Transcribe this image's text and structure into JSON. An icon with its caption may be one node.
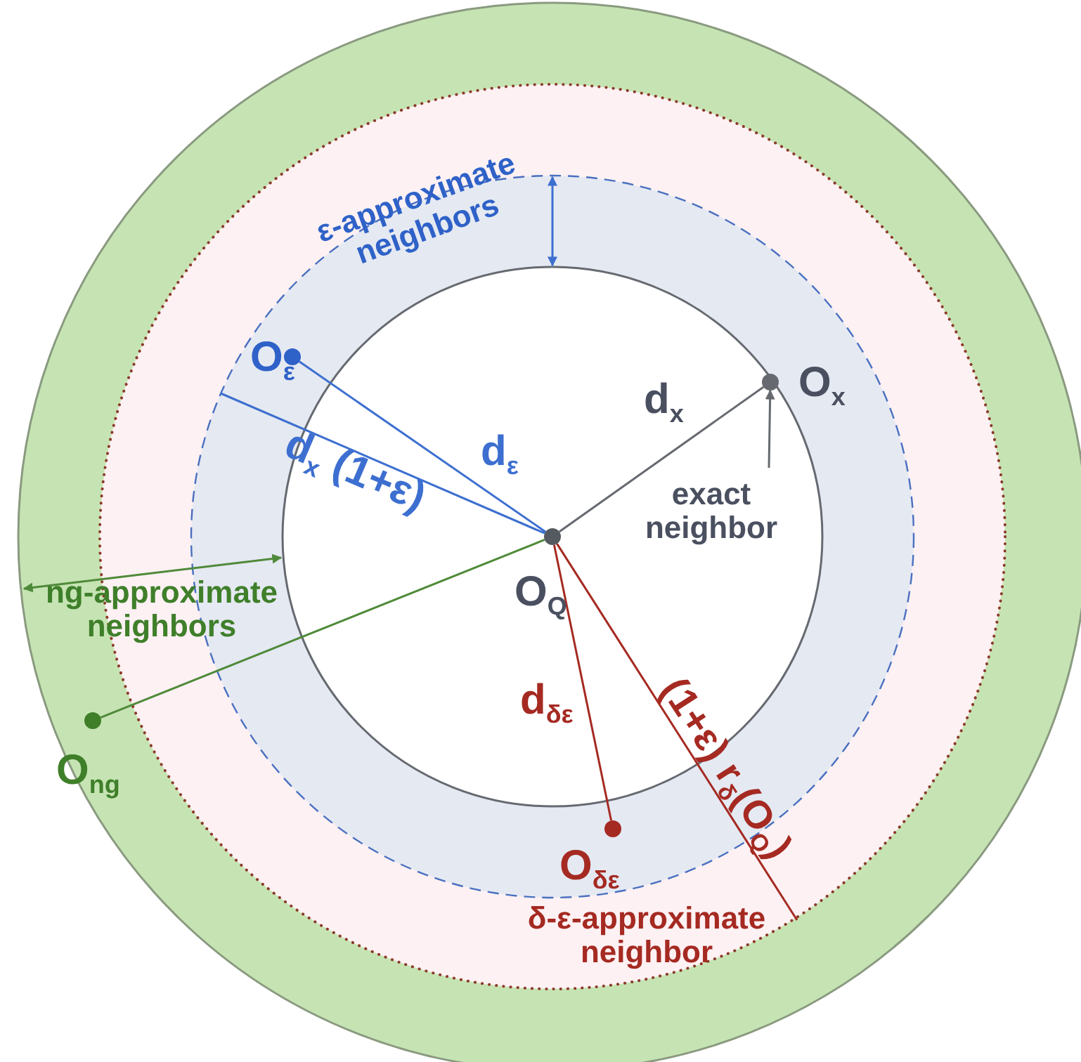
{
  "diagram": {
    "nodes": [
      {
        "text": [],
        "shape": "circle",
        "beside": [
          "O$_{Q}$"
        ]
      },
      {
        "text": [],
        "shape": "circle",
        "beside": [
          "O$_{ε}$"
        ]
      },
      {
        "text": [],
        "shape": "circle",
        "beside": [
          "O$_{x}$"
        ]
      },
      {
        "text": [
          "exact neighbor"
        ]
      },
      {
        "text": [],
        "shape": "circle",
        "beside": [
          "O$_{ng}$"
        ]
      },
      {
        "text": [],
        "shape": "circle",
        "beside": [
          "O$_{δε}$",
          "δ-ε-approximate neighbor"
        ]
      }
    ],
    "edges": [
      {
        "from": 0,
        "to": 2,
        "arrow": "none",
        "label": "d$_{x}$"
      },
      {
        "from": 0,
        "to": 1,
        "arrow": "none",
        "label": "d$_{ε}$",
        "color": "#3d6fd0"
      },
      {
        "from": 0,
        "to": null,
        "arrow": "none",
        "label": "d$_{x}$ (1+ε)",
        "color": "#3d6fd0"
      },
      {
        "from": 0,
        "to": 4,
        "arrow": "none",
        "color": "#4f8a3a"
      },
      {
        "from": 0,
        "to": 5,
        "arrow": "none",
        "label": "d$_{δε}$",
        "color": "#a52a22"
      },
      {
        "from": 0,
        "to": null,
        "arrow": "none",
        "label": "(1+ε) r$_{δ}$(O$_{Q}$)",
        "color": "#a52a22"
      },
      {
        "from": 3,
        "to": 2,
        "arrow": "to"
      }
    ],
    "labels": [
      "ε-approximate neighbors",
      "ng-approximate neighbors"
    ]
  }
}
